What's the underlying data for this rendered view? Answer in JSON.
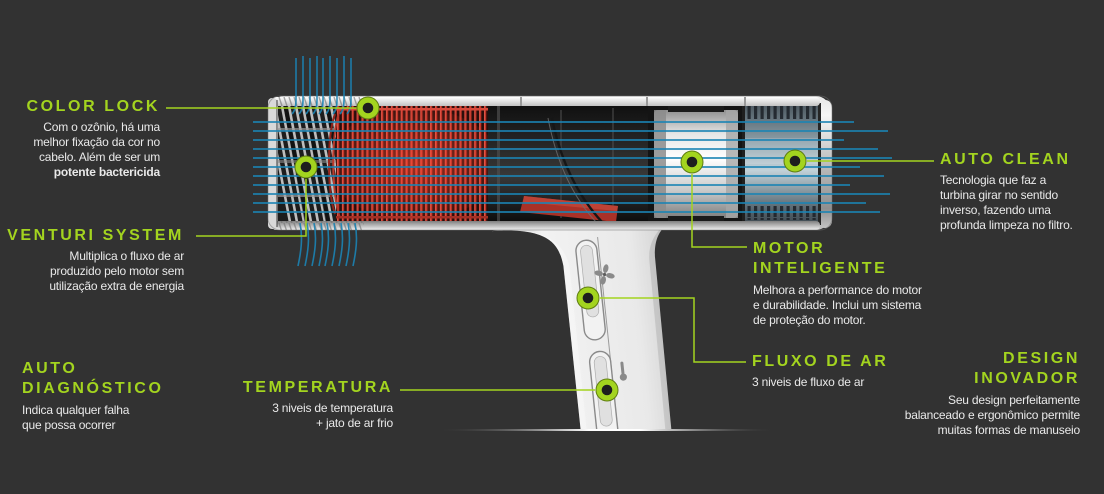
{
  "product": "hair-dryer-cutaway-infographic",
  "colors": {
    "background": "#323232",
    "accent_green": "#a3d41f",
    "airflow_blue": "#1b84b4",
    "coil_red": "#c23529",
    "text": "#e9e9e9"
  },
  "callouts": {
    "color_lock": {
      "title": "COLOR LOCK",
      "desc": [
        "Com o ozônio, há uma",
        "melhor fixação da cor no",
        "cabelo. Além de ser um"
      ],
      "desc_bold": "potente bactericida"
    },
    "venturi_system": {
      "title": "VENTURI SYSTEM",
      "desc": [
        "Multiplica o fluxo de ar",
        "produzido pelo motor sem",
        "utilização extra de energia"
      ]
    },
    "auto_diagnostico": {
      "title_lines": [
        "AUTO",
        "DIAGNÓSTICO"
      ],
      "desc": [
        "Indica qualquer falha",
        "que possa ocorrer"
      ]
    },
    "temperatura": {
      "title": "TEMPERATURA",
      "desc": [
        "3 niveis de temperatura",
        "+ jato de ar frio"
      ]
    },
    "motor_inteligente": {
      "title_lines": [
        "MOTOR",
        "INTELIGENTE"
      ],
      "desc": [
        "Melhora a performance do motor",
        "e durabilidade. Inclui um sistema",
        "de proteção do motor."
      ]
    },
    "fluxo_de_ar": {
      "title": "FLUXO DE AR",
      "desc": [
        "3 niveis de fluxo de ar"
      ]
    },
    "auto_clean": {
      "title": "AUTO CLEAN",
      "desc": [
        "Tecnologia que faz a",
        "turbina girar no sentido",
        "inverso, fazendo uma",
        "profunda limpeza no filtro."
      ]
    },
    "design_inovador": {
      "title_lines": [
        "DESIGN",
        "INOVADOR"
      ],
      "desc": [
        "Seu design perfeitamente",
        "balanceado e ergonômico permite",
        "muitas formas de manuseio"
      ]
    }
  },
  "diagram": {
    "feature_markers": [
      "color-lock",
      "venturi-system",
      "motor-inteligente",
      "auto-clean",
      "fluxo-de-ar",
      "temperatura"
    ],
    "icons": [
      "fan-icon",
      "thermometer-icon"
    ]
  }
}
